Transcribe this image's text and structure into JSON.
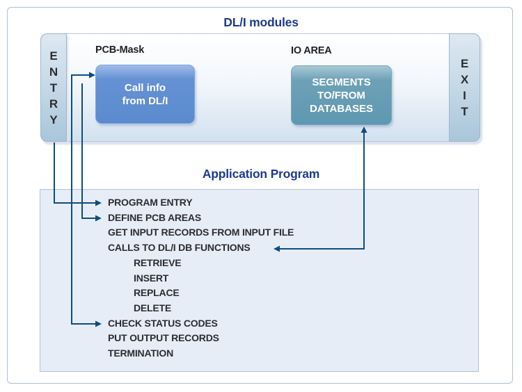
{
  "colors": {
    "title_navy": "#1f3a8d",
    "arrow_blue": "#0f4c80",
    "pcb_box_blue": "#6591d4",
    "io_box_teal": "#5e98b1",
    "gate_blue": "#a9c6da",
    "program_box_bg": "#e7edf6"
  },
  "modules": {
    "title": "DL/I modules",
    "entry": {
      "letters": [
        "E",
        "N",
        "T",
        "R",
        "Y"
      ]
    },
    "exit": {
      "letters": [
        "E",
        "X",
        "I",
        "T"
      ]
    },
    "pcb": {
      "label": "PCB-Mask",
      "box_lines": [
        "Call info",
        "from DL/I"
      ]
    },
    "io": {
      "label": "IO AREA",
      "box_lines": [
        "SEGMENTS",
        "TO/FROM",
        "DATABASES"
      ]
    }
  },
  "program": {
    "title": "Application Program",
    "items": [
      {
        "label": "PROGRAM ENTRY",
        "indent": false
      },
      {
        "label": "DEFINE PCB AREAS",
        "indent": false
      },
      {
        "label": "GET INPUT RECORDS FROM INPUT FILE",
        "indent": false
      },
      {
        "label": "CALLS TO DL/I DB FUNCTIONS",
        "indent": false
      },
      {
        "label": "RETRIEVE",
        "indent": true
      },
      {
        "label": "INSERT",
        "indent": true
      },
      {
        "label": "REPLACE",
        "indent": true
      },
      {
        "label": "DELETE",
        "indent": true
      },
      {
        "label": "CHECK STATUS CODES",
        "indent": false
      },
      {
        "label": "PUT OUTPUT RECORDS",
        "indent": false
      },
      {
        "label": "TERMINATION",
        "indent": false
      }
    ]
  },
  "connections": [
    {
      "from": "ENTRY",
      "to": "PROGRAM ENTRY",
      "style": "single-arrow"
    },
    {
      "from": "CHECK STATUS CODES",
      "to": "PCB-Mask",
      "style": "double-arrow"
    },
    {
      "from": "DEFINE PCB AREAS",
      "to": "PCB-Mask",
      "style": "single-arrow"
    },
    {
      "from": "CALLS TO DL/I DB FUNCTIONS",
      "to": "SEGMENTS TO/FROM DATABASES",
      "style": "double-arrow"
    }
  ]
}
